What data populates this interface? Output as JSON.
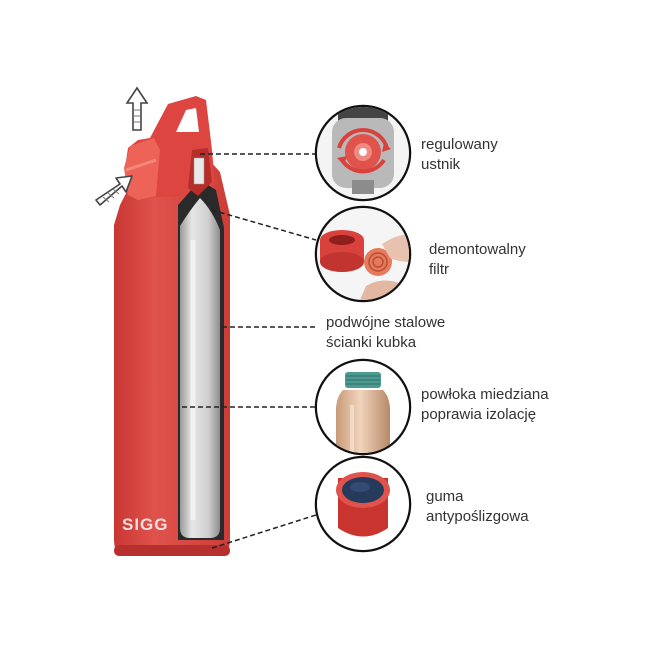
{
  "colors": {
    "bottle_red": "#d9413d",
    "bottle_dark_red": "#b8302d",
    "cap_coral": "#ee6358",
    "steel": "#cfcfcf",
    "copper": "#d9b596",
    "green_thread": "#4d9a91",
    "navy_base": "#263a5c",
    "leader_line": "#222222"
  },
  "icons": [
    "arrow-up-icon",
    "arrow-push-icon"
  ],
  "bottle": {
    "logo": "SIGG"
  },
  "callouts": [
    {
      "lines": [
        "regulowany",
        "ustnik"
      ]
    },
    {
      "lines": [
        "demontowalny",
        "filtr"
      ]
    },
    {
      "lines": [
        "podwójne stalowe",
        "ścianki kubka"
      ]
    },
    {
      "lines": [
        "powłoka miedziana",
        "poprawia izolację"
      ]
    },
    {
      "lines": [
        "guma",
        "antypoślizgowa"
      ]
    }
  ]
}
